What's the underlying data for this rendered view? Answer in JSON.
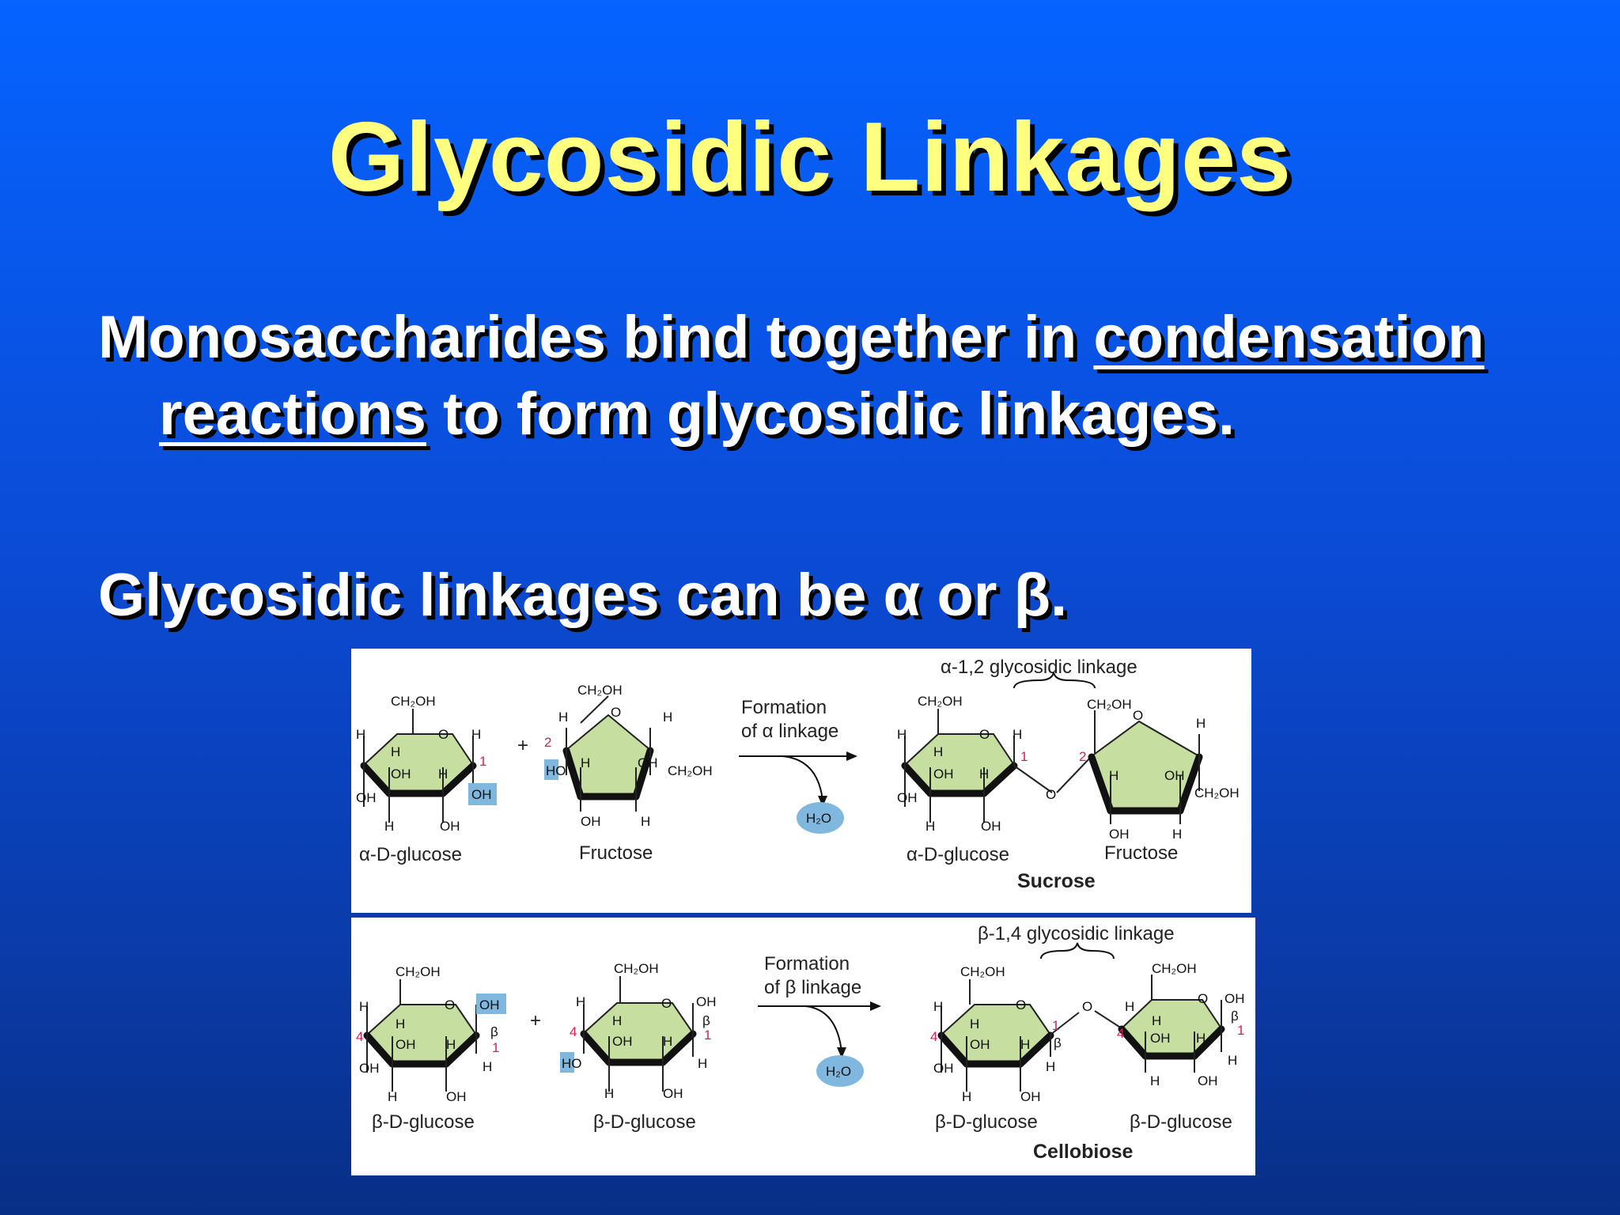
{
  "slide": {
    "title": "Glycosidic Linkages",
    "para1": {
      "before": "Monosaccharides bind together in ",
      "link": "condensation reactions",
      "after": " to form glycosidic linkages."
    },
    "para2": "Glycosidic linkages can be α or β."
  },
  "diagram_top": {
    "linkage_label": "α-1,2 glycosidic linkage",
    "formation_line1": "Formation",
    "formation_line2": "of α linkage",
    "water": "H₂O",
    "reactant1": "α-D-glucose",
    "reactant2": "Fructose",
    "product_part1": "α-D-glucose",
    "product_part2": "Fructose",
    "product": "Sucrose",
    "plus": "+",
    "atoms": {
      "ch2oh": "CH₂OH",
      "o": "O",
      "h": "H",
      "oh": "OH",
      "ho": "HO",
      "n1": "1",
      "n2": "2"
    }
  },
  "diagram_bottom": {
    "linkage_label": "β-1,4 glycosidic linkage",
    "formation_line1": "Formation",
    "formation_line2": "of β linkage",
    "water": "H₂O",
    "reactant1": "β-D-glucose",
    "reactant2": "β-D-glucose",
    "product_part1": "β-D-glucose",
    "product_part2": "β-D-glucose",
    "product": "Cellobiose",
    "plus": "+",
    "atoms": {
      "ch2oh": "CH₂OH",
      "o": "O",
      "h": "H",
      "oh": "OH",
      "ho": "HO",
      "n1": "1",
      "n4": "4",
      "beta": "β"
    }
  }
}
